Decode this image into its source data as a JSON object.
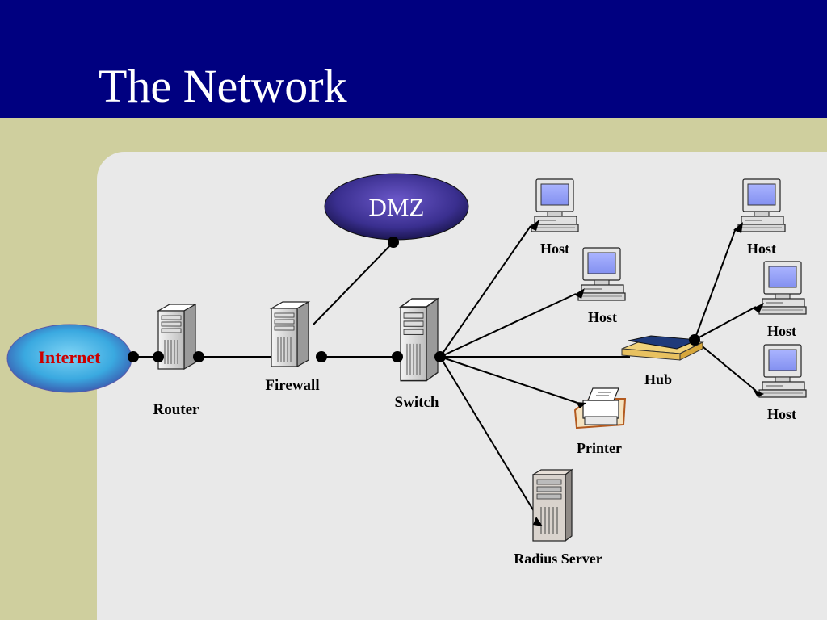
{
  "slide": {
    "title": "The Network",
    "colors": {
      "header": "#000080",
      "background": "#cfcf9e",
      "panel": "#e9e9e9",
      "internet_text": "#cc0000"
    }
  },
  "nodes": {
    "internet": "Internet",
    "dmz": "DMZ",
    "router": "Router",
    "firewall": "Firewall",
    "switch": "Switch",
    "hub": "Hub",
    "printer": "Printer",
    "radius_server": "Radius Server",
    "host_1": "Host",
    "host_2": "Host",
    "host_3": "Host",
    "host_4": "Host",
    "host_5": "Host"
  },
  "icons": {
    "internet": "cloud-icon",
    "dmz": "cloud-icon",
    "router": "server-tower-icon",
    "firewall": "server-tower-icon",
    "switch": "server-tower-icon",
    "hub": "hub-icon",
    "printer": "printer-icon",
    "radius_server": "server-tower-icon",
    "host": "desktop-computer-icon"
  }
}
